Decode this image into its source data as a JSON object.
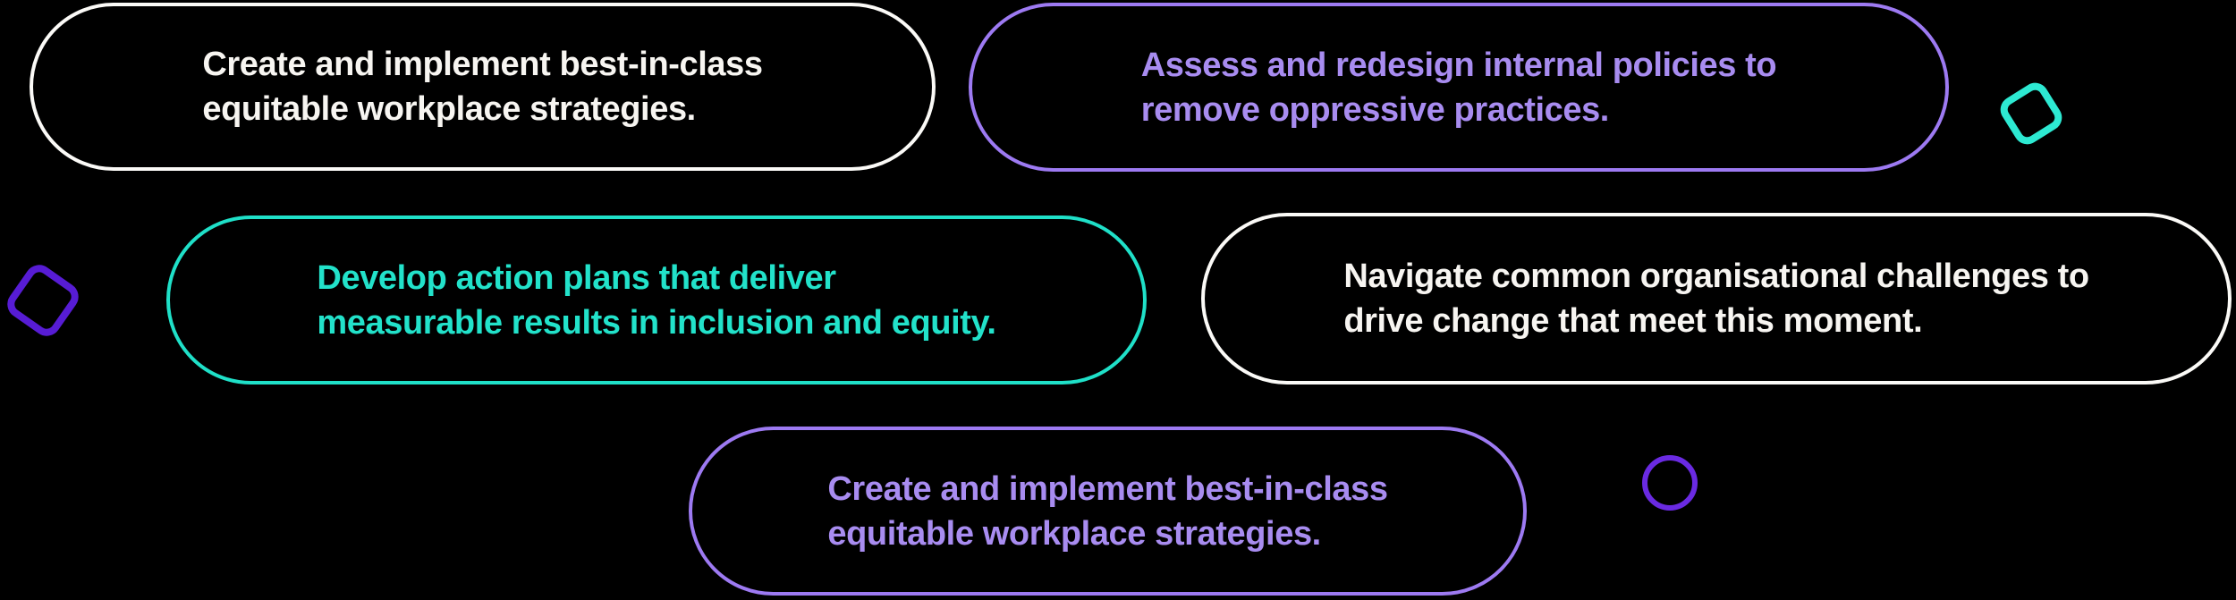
{
  "page": {
    "background": "#000000",
    "description_colors": {
      "white_outline": "#fbfaf7",
      "white_text": "#f7f5f1",
      "purple_outline": "#9d7af2",
      "purple_text": "#a88cf0",
      "teal_outline": "#1fe0c8",
      "teal_text": "#22e2ca",
      "teal_square": "#2de9d2",
      "violet_square": "#571cd4",
      "violet_circle": "#6a2ae2"
    }
  },
  "cards": [
    {
      "name": "benefit-equitable-strategies-top",
      "scheme": "white",
      "lines": [
        "Create and implement best-in-class",
        "equitable workplace strategies."
      ]
    },
    {
      "name": "benefit-redesign-policies",
      "scheme": "purple",
      "lines": [
        "Assess and redesign internal policies to",
        "remove oppressive practices."
      ]
    },
    {
      "name": "benefit-action-plans",
      "scheme": "teal",
      "lines": [
        "Develop action plans that deliver",
        "measurable results in inclusion and equity."
      ]
    },
    {
      "name": "benefit-organisational-challenges",
      "scheme": "white",
      "lines": [
        "Navigate common organisational challenges to",
        "drive change that meet this moment."
      ]
    },
    {
      "name": "benefit-equitable-strategies-bottom",
      "scheme": "purple",
      "lines": [
        "Create and implement best-in-class",
        "equitable workplace strategies."
      ]
    }
  ],
  "decorations": [
    {
      "name": "teal-rounded-square",
      "color": "#2de9d2"
    },
    {
      "name": "violet-rounded-square",
      "color": "#571cd4"
    },
    {
      "name": "violet-circle",
      "color": "#6a2ae2"
    }
  ]
}
